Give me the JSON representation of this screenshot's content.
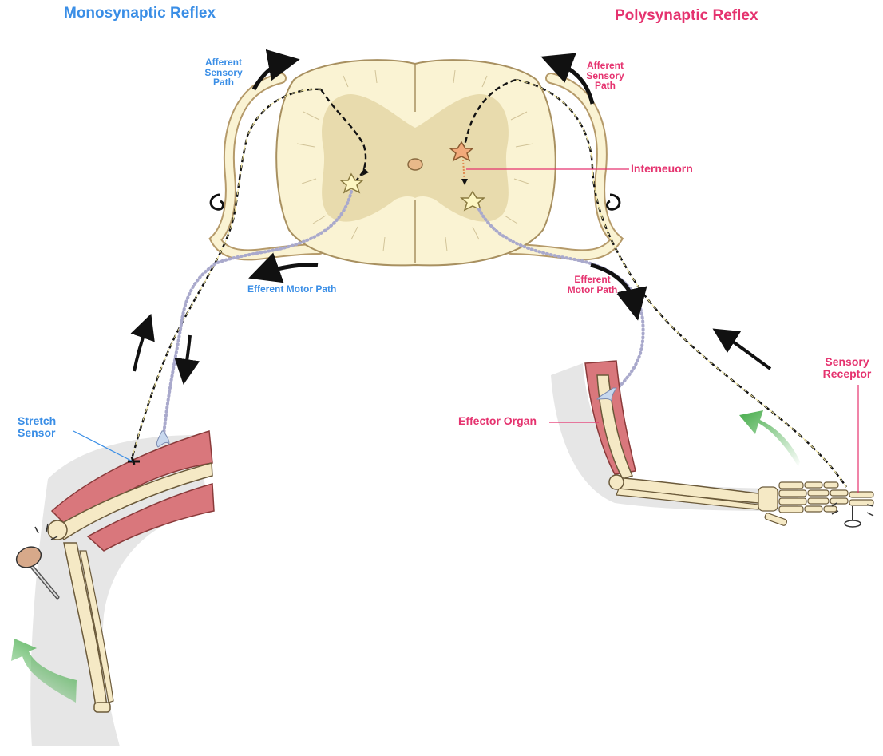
{
  "titles": {
    "left": "Monosynaptic Reflex",
    "right": "Polysynaptic Reflex"
  },
  "labels": {
    "mono_afferent": "Afferent\nSensory\nPath",
    "poly_afferent": "Afferent\nSensory\nPath",
    "interneuron": "Interneuorn",
    "mono_efferent": "Efferent Motor Path",
    "poly_efferent": "Efferent\nMotor Path",
    "stretch_sensor": "Stretch\nSensor",
    "effector_organ": "Effector Organ",
    "sensory_receptor": "Sensory\nReceptor"
  },
  "colors": {
    "mono": "#3a8ee6",
    "poly": "#e5336f",
    "cord_white": "#faf3d3",
    "cord_gray": "#e6d8a8",
    "muscle": "#d9777c",
    "bone": "#f5e9c5",
    "shadow": "#e3e3e3",
    "motor_nerve": "#a9a9cc",
    "green_arrow": "#4caf50"
  },
  "icons": [
    "knee-hammer-icon",
    "tack-icon",
    "green-motion-arrow-icon",
    "neuron-star-icon"
  ]
}
